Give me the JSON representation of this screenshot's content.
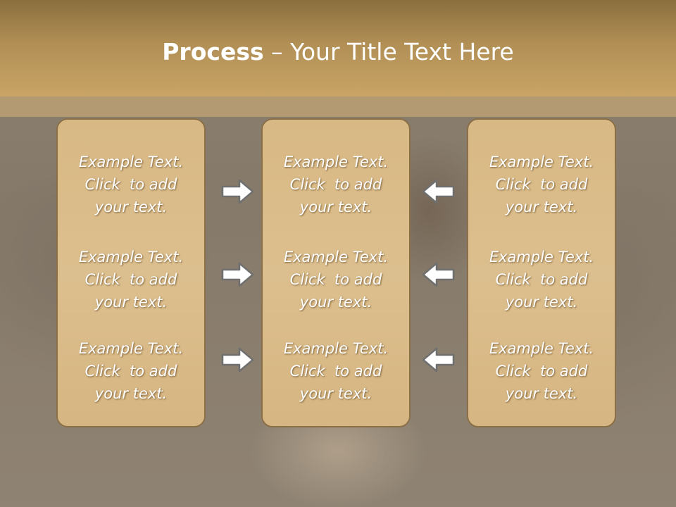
{
  "slide": {
    "title_bold": "Process",
    "title_rest": " – Your Title Text Here"
  },
  "columns": [
    {
      "blocks": [
        {
          "line1": "Example Text.",
          "line2": "Click  to add",
          "line3": "your text."
        },
        {
          "line1": "Example Text.",
          "line2": "Click  to add",
          "line3": "your text."
        },
        {
          "line1": "Example Text.",
          "line2": "Click  to add",
          "line3": "your text."
        }
      ]
    },
    {
      "blocks": [
        {
          "line1": "Example Text.",
          "line2": "Click  to add",
          "line3": "your text."
        },
        {
          "line1": "Example Text.",
          "line2": "Click  to add",
          "line3": "your text."
        },
        {
          "line1": "Example Text.",
          "line2": "Click  to add",
          "line3": "your text."
        }
      ]
    },
    {
      "blocks": [
        {
          "line1": "Example Text.",
          "line2": "Click  to add",
          "line3": "your text."
        },
        {
          "line1": "Example Text.",
          "line2": "Click  to add",
          "line3": "your text."
        },
        {
          "line1": "Example Text.",
          "line2": "Click  to add",
          "line3": "your text."
        }
      ]
    }
  ],
  "arrows": {
    "left_group": "arrow-right-icon",
    "right_group": "arrow-left-icon"
  },
  "colors": {
    "header": "#b18f55",
    "panel": "#dcbf8e",
    "panel_border": "#8a6f47",
    "text": "#ffffff"
  }
}
